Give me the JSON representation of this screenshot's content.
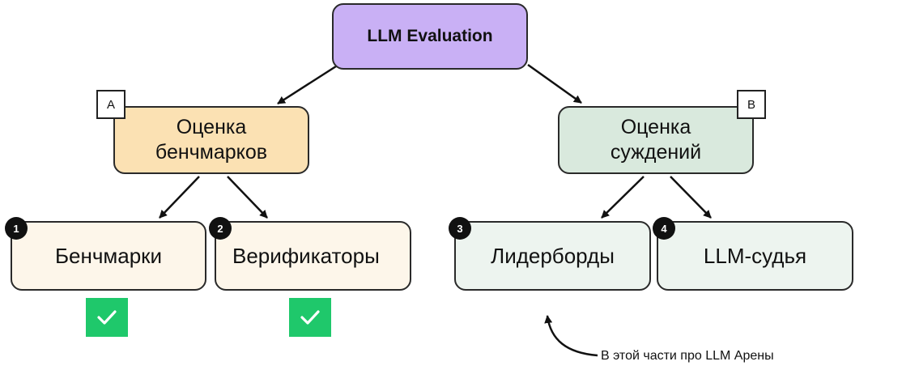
{
  "root": {
    "label": "LLM Evaluation"
  },
  "branches": [
    {
      "tag": "A",
      "label": "Оценка бенчмарков",
      "line1": "Оценка",
      "line2": "бенчмарков"
    },
    {
      "tag": "B",
      "label": "Оценка суждений",
      "line1": "Оценка",
      "line2": "суждений"
    }
  ],
  "leaves": [
    {
      "number": "1",
      "label": "Бенчмарки",
      "checked": true
    },
    {
      "number": "2",
      "label": "Верификаторы",
      "checked": true
    },
    {
      "number": "3",
      "label": "Лидерборды",
      "checked": false
    },
    {
      "number": "4",
      "label": "LLM-судья",
      "checked": false
    }
  ],
  "annotation": {
    "text": "В этой части про LLM Арены",
    "points_to": "Лидерборды"
  },
  "icons": {
    "check": "check-icon",
    "arrow": "arrow-icon"
  },
  "colors": {
    "root_fill": "#c9b0f5",
    "branch_a_fill": "#fbe1b3",
    "branch_b_fill": "#d9e9dd",
    "leaf_a_fill": "#fdf6ea",
    "leaf_b_fill": "#edf4ef",
    "check_fill": "#1fc86b"
  }
}
